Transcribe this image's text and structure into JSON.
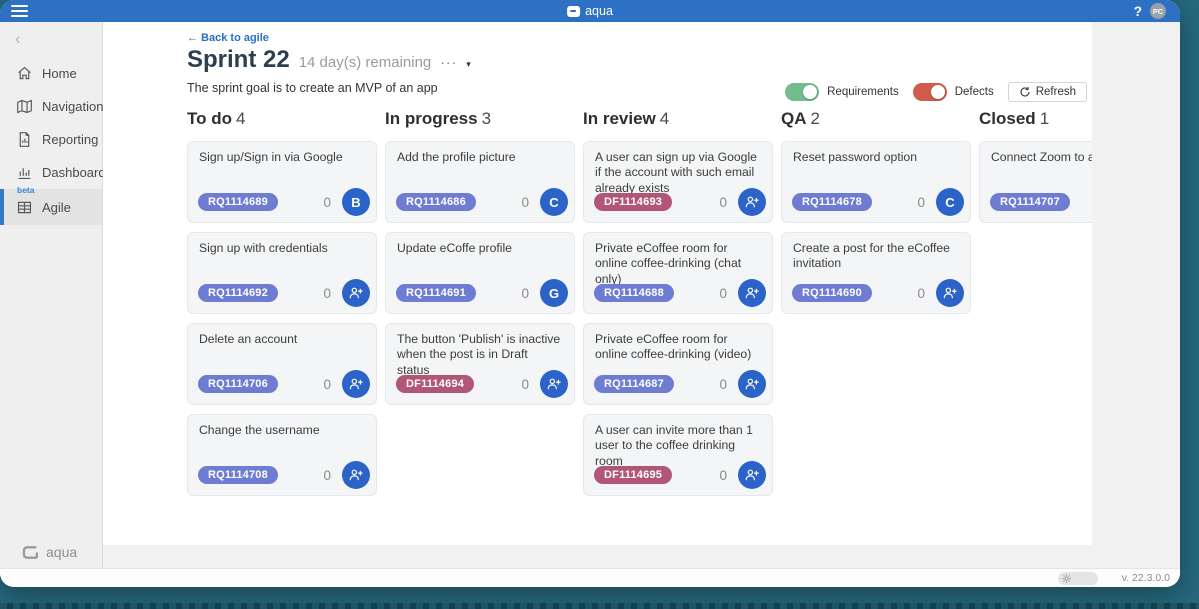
{
  "topbar": {
    "brand": "aqua",
    "help_label": "?",
    "avatar_initials": "PC"
  },
  "sidebar": {
    "items": [
      {
        "label": "Home",
        "icon": "home-icon",
        "selected": false
      },
      {
        "label": "Navigation",
        "icon": "map-icon",
        "selected": false
      },
      {
        "label": "Reporting",
        "icon": "report-icon",
        "selected": false
      },
      {
        "label": "Dashboard",
        "icon": "chart-icon",
        "selected": false
      },
      {
        "label": "Agile",
        "icon": "grid-icon",
        "badge": "beta",
        "selected": true
      }
    ],
    "footer_brand": "aqua"
  },
  "header": {
    "back_link": "← Back to agile",
    "title": "Sprint 22",
    "remaining": "14 day(s) remaining",
    "more_dots": "···",
    "caret": "▾",
    "goal": "The sprint goal is to create an MVP of an app"
  },
  "controls": {
    "requirements_label": "Requirements",
    "requirements_on": true,
    "defects_label": "Defects",
    "defects_on": true,
    "refresh_label": "Refresh"
  },
  "board": {
    "columns": [
      {
        "name": "To do",
        "count": "4",
        "cards": [
          {
            "title": "Sign up/Sign in via Google",
            "id": "RQ1114689",
            "count": "0",
            "avatar": "B"
          },
          {
            "title": "Sign up with credentials",
            "id": "RQ1114692",
            "count": "0",
            "avatar": "assign"
          },
          {
            "title": "Delete an account",
            "id": "RQ1114706",
            "count": "0",
            "avatar": "assign"
          },
          {
            "title": "Change the username",
            "id": "RQ1114708",
            "count": "0",
            "avatar": "assign"
          }
        ]
      },
      {
        "name": "In progress",
        "count": "3",
        "cards": [
          {
            "title": "Add the profile picture",
            "id": "RQ1114686",
            "count": "0",
            "avatar": "C"
          },
          {
            "title": "Update eCoffe profile",
            "id": "RQ1114691",
            "count": "0",
            "avatar": "G"
          },
          {
            "title": "The button 'Publish' is inactive when the post is in Draft status",
            "id": "DF1114694",
            "count": "0",
            "avatar": "assign"
          }
        ]
      },
      {
        "name": "In review",
        "count": "4",
        "cards": [
          {
            "title": "A user can sign up via Google if the account with such email already exists",
            "id": "DF1114693",
            "count": "0",
            "avatar": "assign"
          },
          {
            "title": "Private eCoffee room for online coffee-drinking (chat only)",
            "id": "RQ1114688",
            "count": "0",
            "avatar": "assign"
          },
          {
            "title": "Private eCoffee room for online coffee-drinking (video)",
            "id": "RQ1114687",
            "count": "0",
            "avatar": "assign"
          },
          {
            "title": "A user can invite more than 1 user to the coffee drinking room",
            "id": "DF1114695",
            "count": "0",
            "avatar": "assign"
          }
        ]
      },
      {
        "name": "QA",
        "count": "2",
        "cards": [
          {
            "title": "Reset password option",
            "id": "RQ1114678",
            "count": "0",
            "avatar": "C"
          },
          {
            "title": "Create a post for the eCoffee invitation",
            "id": "RQ1114690",
            "count": "0",
            "avatar": "assign"
          }
        ]
      },
      {
        "name": "Closed",
        "count": "1",
        "cards": [
          {
            "title": "Connect Zoom to an ac",
            "id": "RQ1114707",
            "count": "",
            "avatar": "none"
          }
        ]
      }
    ]
  },
  "statusbar": {
    "version": "v. 22.3.0.0"
  },
  "colors": {
    "topbar_bg": "#2e70c4",
    "rq_pill": "#6e7cd2",
    "df_pill": "#b15677",
    "avatar_bg": "#2b63c9",
    "toggle_on_green": "#72bd8e",
    "toggle_on_red": "#d15b4a",
    "desktop_bg": "#26697e"
  }
}
